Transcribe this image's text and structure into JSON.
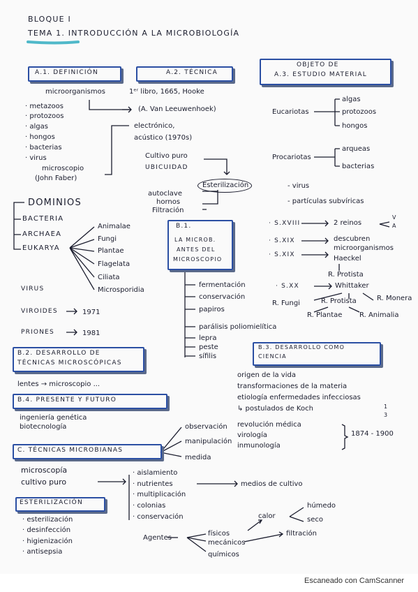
{
  "header": {
    "block": "BLOQUE I",
    "topic": "TEMA 1. INTRODUCCIÓN A LA MICROBIOLOGÍA"
  },
  "a1": {
    "title": "A.1. DEFINICIÓN",
    "main": "microorganismos",
    "items": [
      "· metazoos",
      "· protozoos",
      "· algas",
      "· hongos",
      "· bacterias",
      "· virus"
    ],
    "micro1": "microscopio",
    "micro2": "(John Faber)"
  },
  "a2": {
    "title": "A.2. TÉCNICA",
    "line1": "1ᵉʳ libro, 1665, Hooke",
    "line2": "(A. Van Leeuwenhoek)",
    "line3": "electrónico,",
    "line4": "acústico (1970s)",
    "line5": "Cultivo puro",
    "line6": "UBICUIDAD",
    "steril": "Esterilización",
    "s1": "autoclave",
    "s2": "hornos",
    "s3": "Filtración"
  },
  "a3": {
    "title1": "OBJETO DE",
    "title2": "A.3. ESTUDIO MATERIAL",
    "euk": "Eucariotas",
    "euk_items": [
      "algas",
      "protozoos",
      "hongos"
    ],
    "pro": "Procariotas",
    "pro_items": [
      "arqueas",
      "bacterias"
    ],
    "virus": "- virus",
    "sub": "- partículas subvíricas"
  },
  "domains": {
    "title": "DOMINIOS",
    "bacteria": "BACTERIA",
    "archaea": "ARCHAEA",
    "eukarya": "EUKARYA",
    "kingdoms": [
      "Animalae",
      "Fungi",
      "Plantae",
      "Flagelata",
      "Ciliata",
      "Microsporidia"
    ],
    "virus": "VIRUS",
    "viroides": "VIROIDES",
    "viroides_year": "1971",
    "priones": "PRIONES",
    "priones_year": "1981"
  },
  "b1": {
    "code": "B.1.",
    "t1": "LA MICROB.",
    "t2": "ANTES DEL",
    "t3": "MICROSCOPIO",
    "items": [
      "fermentación",
      "conservación",
      "papiros",
      "parálisis poliomielítica",
      "lepra",
      "peste",
      "sífilis"
    ]
  },
  "history": {
    "s18": "· S.XVIII",
    "s18_res": "2 reinos",
    "s18_v": "V",
    "s18_a": "A",
    "s19a": "· S.XIX",
    "s19a_res1": "descubren",
    "s19a_res2": "microorganismos",
    "s19b": "· S.XIX",
    "haeckel": "Haeckel",
    "r_protista": "R. Protista",
    "s20": "· S.XX",
    "whittaker": "Whittaker",
    "r_fungi": "R. Fungi",
    "r_protista2": "R. Protista",
    "r_monera": "R. Monera",
    "r_plantae": "R. Plantae",
    "r_animalia": "R. Animalia"
  },
  "b3": {
    "title1": "B.3. DESARROLLO COMO",
    "title2": "CIENCIA",
    "items": [
      "origen de la vida",
      "transformaciones de la materia",
      "etiología enfermedades infecciosas",
      "↳ postulados de Koch",
      "revolución médica",
      "virología",
      "inmunología"
    ],
    "koch_num": "1",
    "koch_den": "3",
    "years": "1874 - 1900"
  },
  "b2": {
    "title1": "B.2. DESARROLLO DE",
    "title2": "TÉCNICAS MICROSCÓPICAS",
    "note": "lentes → microscopio ..."
  },
  "b4": {
    "title": "B.4. PRESENTE Y FUTURO",
    "l1": "ingeniería genética",
    "l2": "biotecnología"
  },
  "c": {
    "title": "C. TÉCNICAS MICROBIANAS",
    "branches": [
      "observación",
      "manipulación",
      "medida"
    ],
    "l1": "microscopía",
    "l2": "cultivo puro",
    "steps": [
      "· aislamiento",
      "· nutrientes",
      "· multiplicación",
      "· colonias",
      "· conservación"
    ],
    "medios": "medios de cultivo"
  },
  "ester": {
    "title": "ESTERILIZACIÓN",
    "items": [
      "· esterilización",
      "· desinfección",
      "· higienización",
      "· antisepsia"
    ],
    "agentes": "Agentes",
    "fisicos": "físicos",
    "mecanicos": "mecánicos",
    "quimicos": "químicos",
    "calor": "calor",
    "humedo": "húmedo",
    "seco": "seco",
    "filtracion": "filtración"
  },
  "footer": {
    "text": "Escaneado con CamScanner"
  },
  "colors": {
    "ink": "#1b1d2e",
    "box": "#2b4fa3",
    "teal": "#4fb8c9"
  }
}
